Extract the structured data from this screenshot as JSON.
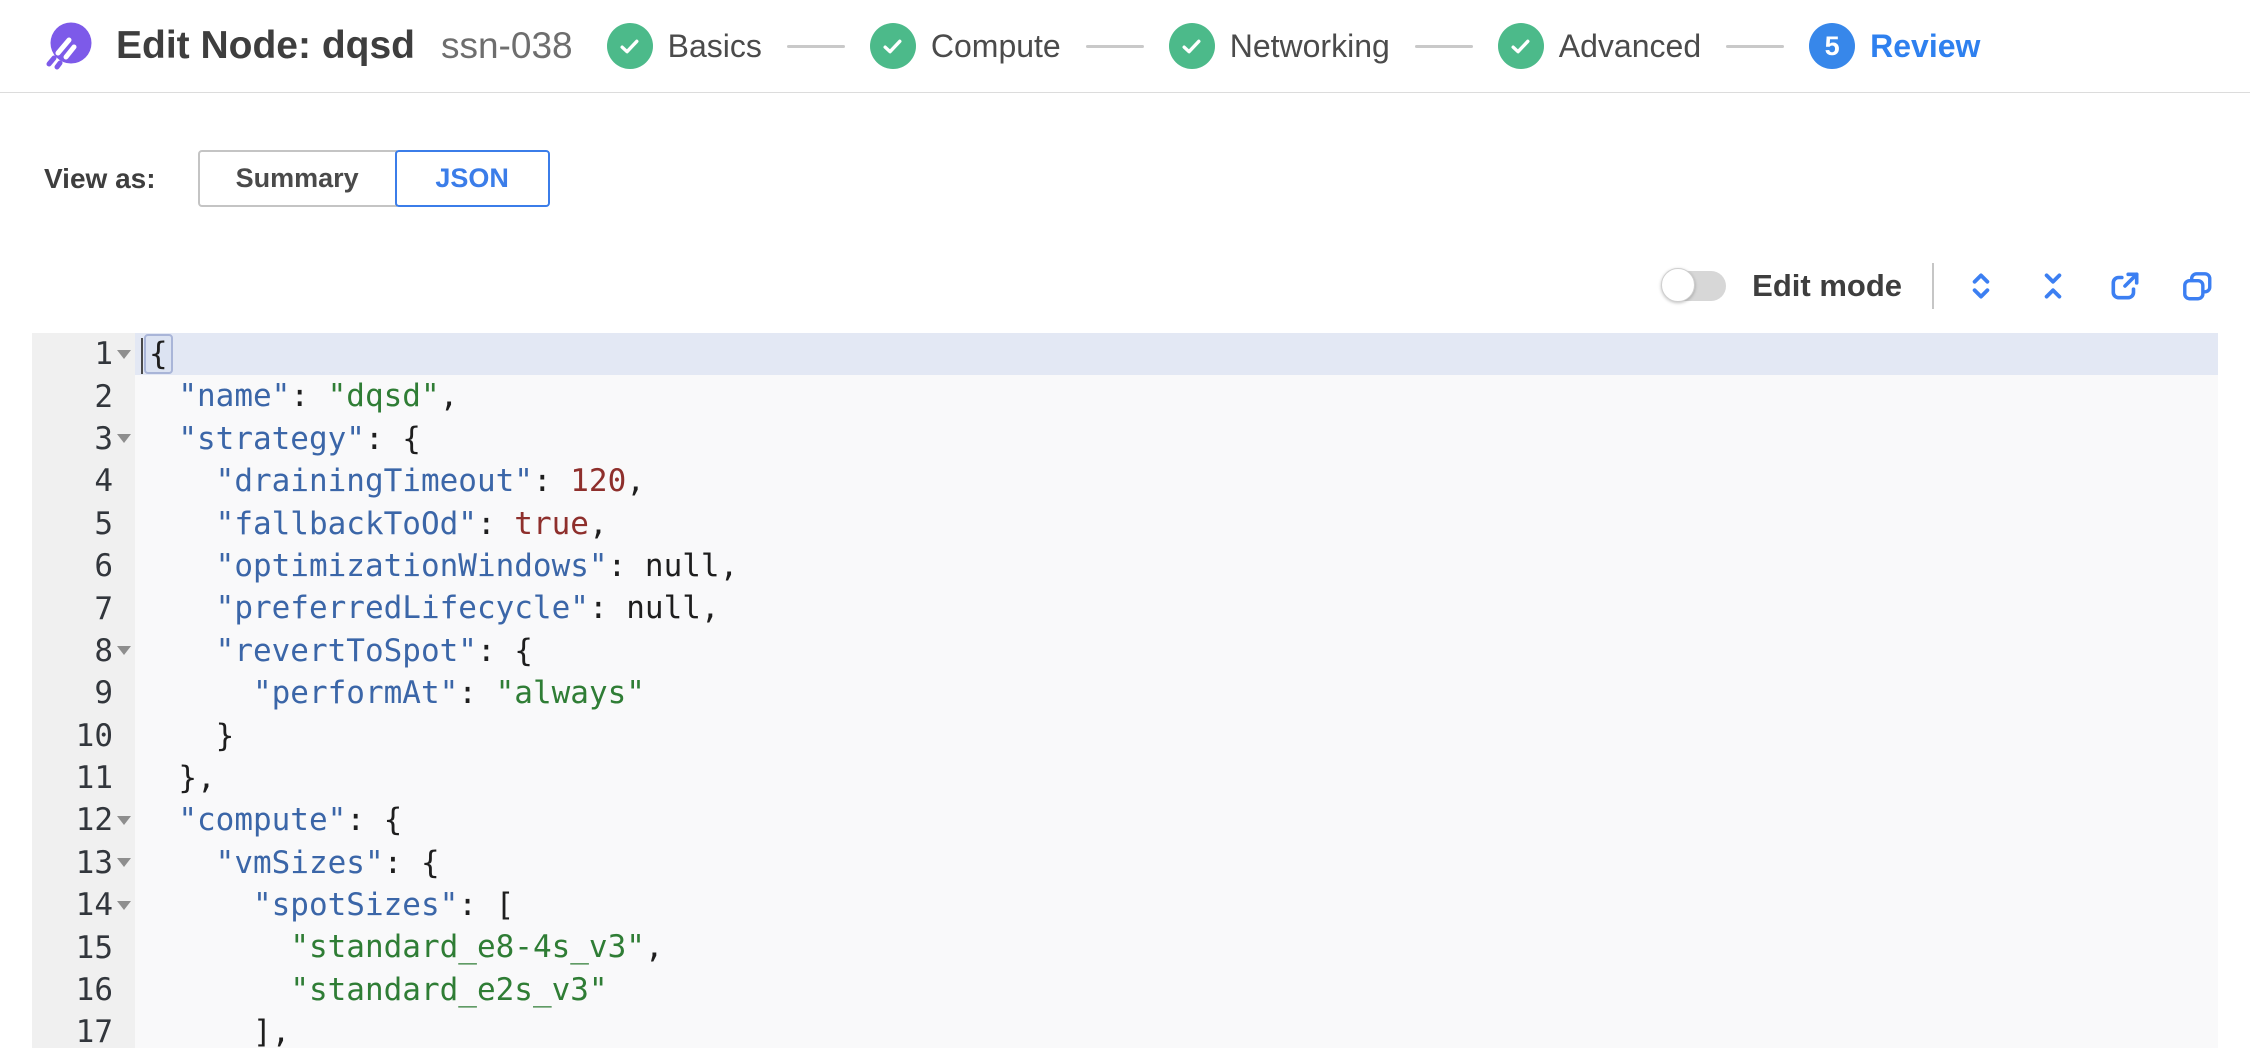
{
  "header": {
    "title": "Edit Node: dqsd",
    "subtitle": "ssn-038",
    "steps": [
      {
        "label": "Basics",
        "state": "done"
      },
      {
        "label": "Compute",
        "state": "done"
      },
      {
        "label": "Networking",
        "state": "done"
      },
      {
        "label": "Advanced",
        "state": "done"
      },
      {
        "label": "Review",
        "state": "active",
        "number": "5"
      }
    ]
  },
  "viewAs": {
    "label": "View as:",
    "options": [
      {
        "label": "Summary",
        "active": false
      },
      {
        "label": "JSON",
        "active": true
      }
    ]
  },
  "toolbar": {
    "editModeLabel": "Edit mode",
    "editModeOn": false,
    "icons": [
      "expand-all",
      "collapse-all",
      "export",
      "copy"
    ]
  },
  "colors": {
    "accentBlue": "#3b7de9",
    "iconBlue": "#3c7ff2",
    "stepGreen": "#4cba8a",
    "activeStepBlue": "#3787ea",
    "logoPurple": "#7d5ae9",
    "codeKey": "#3b66a8",
    "codeString": "#2f7d35",
    "codeNumber": "#8e2f2c",
    "activeLine": "#e3e8f4"
  },
  "editor": {
    "lines": [
      {
        "n": 1,
        "indent": 0,
        "fold": true,
        "active": true,
        "cursor": true,
        "tokens": [
          {
            "t": "{",
            "c": "punct",
            "box": true
          }
        ]
      },
      {
        "n": 2,
        "indent": 2,
        "tokens": [
          {
            "t": "\"name\"",
            "c": "key"
          },
          {
            "t": ": ",
            "c": "punct"
          },
          {
            "t": "\"dqsd\"",
            "c": "str"
          },
          {
            "t": ",",
            "c": "punct"
          }
        ]
      },
      {
        "n": 3,
        "indent": 2,
        "fold": true,
        "tokens": [
          {
            "t": "\"strategy\"",
            "c": "key"
          },
          {
            "t": ": {",
            "c": "punct"
          }
        ]
      },
      {
        "n": 4,
        "indent": 4,
        "tokens": [
          {
            "t": "\"drainingTimeout\"",
            "c": "key"
          },
          {
            "t": ": ",
            "c": "punct"
          },
          {
            "t": "120",
            "c": "num"
          },
          {
            "t": ",",
            "c": "punct"
          }
        ]
      },
      {
        "n": 5,
        "indent": 4,
        "tokens": [
          {
            "t": "\"fallbackToOd\"",
            "c": "key"
          },
          {
            "t": ": ",
            "c": "punct"
          },
          {
            "t": "true",
            "c": "bool"
          },
          {
            "t": ",",
            "c": "punct"
          }
        ]
      },
      {
        "n": 6,
        "indent": 4,
        "tokens": [
          {
            "t": "\"optimizationWindows\"",
            "c": "key"
          },
          {
            "t": ": ",
            "c": "punct"
          },
          {
            "t": "null",
            "c": "null"
          },
          {
            "t": ",",
            "c": "punct"
          }
        ]
      },
      {
        "n": 7,
        "indent": 4,
        "tokens": [
          {
            "t": "\"preferredLifecycle\"",
            "c": "key"
          },
          {
            "t": ": ",
            "c": "punct"
          },
          {
            "t": "null",
            "c": "null"
          },
          {
            "t": ",",
            "c": "punct"
          }
        ]
      },
      {
        "n": 8,
        "indent": 4,
        "fold": true,
        "tokens": [
          {
            "t": "\"revertToSpot\"",
            "c": "key"
          },
          {
            "t": ": {",
            "c": "punct"
          }
        ]
      },
      {
        "n": 9,
        "indent": 6,
        "tokens": [
          {
            "t": "\"performAt\"",
            "c": "key"
          },
          {
            "t": ": ",
            "c": "punct"
          },
          {
            "t": "\"always\"",
            "c": "str"
          }
        ]
      },
      {
        "n": 10,
        "indent": 4,
        "tokens": [
          {
            "t": "}",
            "c": "punct"
          }
        ]
      },
      {
        "n": 11,
        "indent": 2,
        "tokens": [
          {
            "t": "},",
            "c": "punct"
          }
        ]
      },
      {
        "n": 12,
        "indent": 2,
        "fold": true,
        "tokens": [
          {
            "t": "\"compute\"",
            "c": "key"
          },
          {
            "t": ": {",
            "c": "punct"
          }
        ]
      },
      {
        "n": 13,
        "indent": 4,
        "fold": true,
        "tokens": [
          {
            "t": "\"vmSizes\"",
            "c": "key"
          },
          {
            "t": ": {",
            "c": "punct"
          }
        ]
      },
      {
        "n": 14,
        "indent": 6,
        "fold": true,
        "tokens": [
          {
            "t": "\"spotSizes\"",
            "c": "key"
          },
          {
            "t": ": [",
            "c": "punct"
          }
        ]
      },
      {
        "n": 15,
        "indent": 8,
        "tokens": [
          {
            "t": "\"standard_e8-4s_v3\"",
            "c": "str"
          },
          {
            "t": ",",
            "c": "punct"
          }
        ]
      },
      {
        "n": 16,
        "indent": 8,
        "tokens": [
          {
            "t": "\"standard_e2s_v3\"",
            "c": "str"
          }
        ]
      },
      {
        "n": 17,
        "indent": 6,
        "tokens": [
          {
            "t": "],",
            "c": "punct"
          }
        ]
      }
    ]
  }
}
